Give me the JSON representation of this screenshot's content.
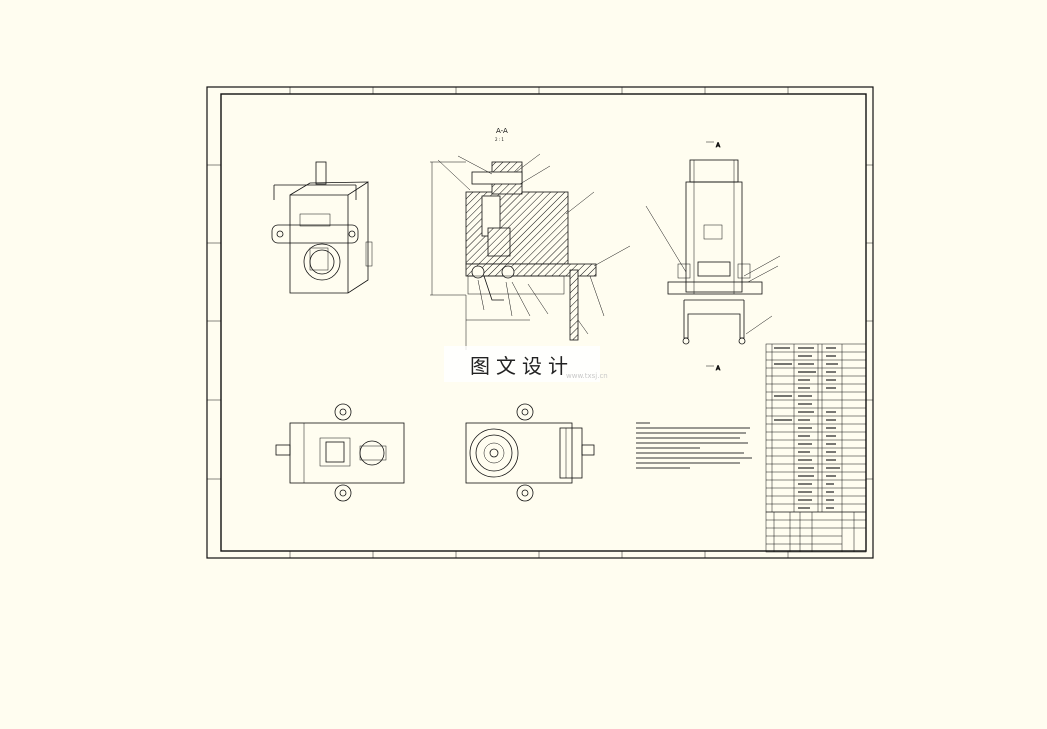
{
  "sheet": {
    "section_label": "A-A",
    "section_scale": "2 : 1",
    "view_marker": "A",
    "watermark": "图文设计",
    "watermark_sub": "www.txsj.cn"
  },
  "colors": {
    "background": "#fffdf0",
    "line": "#111111",
    "watermark_bg": "#ffffff"
  }
}
